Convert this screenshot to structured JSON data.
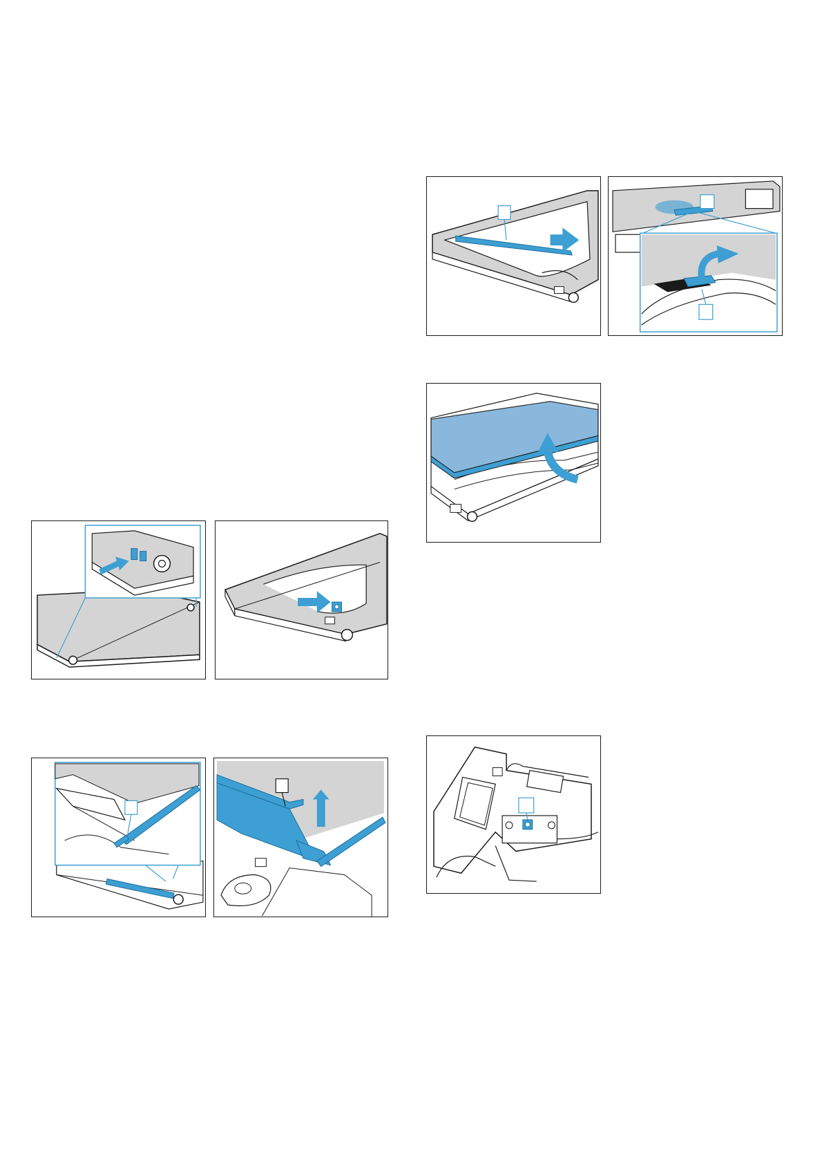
{
  "colors": {
    "accent": "#3d9fd3",
    "accent_dark": "#1e6e9c",
    "panel_grey": "#d4d4d4",
    "line": "#1a1a1a",
    "frame": "#ffffff"
  },
  "figures": [
    {
      "icon": "door-hinge-lock-illustration"
    },
    {
      "icon": "slide-door-cover-illustration"
    },
    {
      "icon": "release-clip-screwdriver-illustration"
    },
    {
      "icon": "lift-clip-illustration"
    },
    {
      "icon": "remove-door-strip-illustration"
    },
    {
      "icon": "release-glass-clip-illustration"
    },
    {
      "icon": "lift-out-glass-pane-illustration"
    },
    {
      "icon": "hinge-screw-illustration"
    }
  ]
}
